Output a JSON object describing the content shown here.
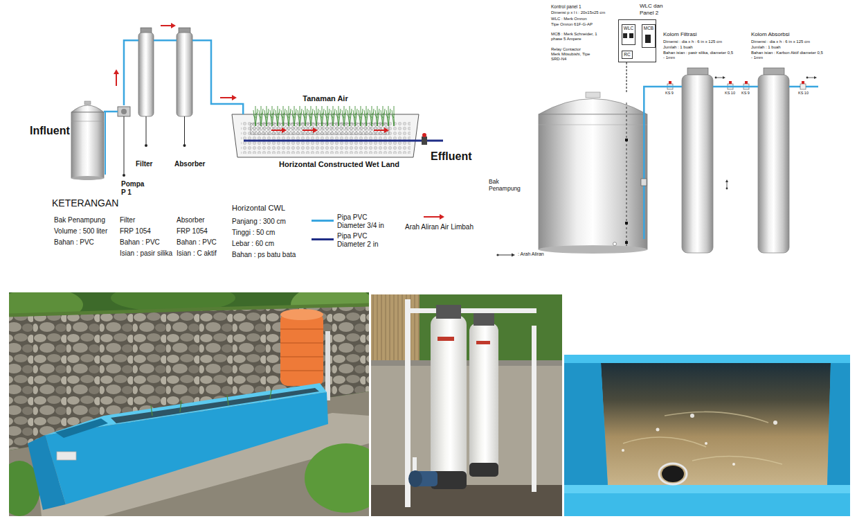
{
  "diagram": {
    "nodes": [
      {
        "text": [
          "Influent"
        ]
      },
      {
        "text": [
          "Pompa P 1"
        ]
      },
      {
        "text": [
          "Filter"
        ]
      },
      {
        "text": [
          "Absorber"
        ]
      },
      {
        "text": [
          "Tanaman Air",
          "Horizontal Constructed Wet Land"
        ]
      },
      {
        "text": [
          "WLC dan Panel 2"
        ]
      },
      {
        "text": [
          "WLC"
        ],
        "in": 5
      },
      {
        "text": [
          "MCB"
        ],
        "in": 5
      },
      {
        "text": [
          "RC"
        ],
        "in": 5
      },
      {
        "text": [
          "Bak Penampung"
        ]
      },
      {
        "text": [
          "Kolom Filtrasi",
          "Dimensi : dia x h : 6 in x 125 cm",
          "Jumlah : 1 buah",
          "Bahan isian : pasir silika, diameter 0,5 - 1mm"
        ]
      },
      {
        "text": [
          "Kolom Absorbsi",
          "Dimensi : dia x h : 6 in x 125 cm",
          "Jumlah : 1 buah",
          "Bahan isian : Karbon Aktif diameter 0,5 - 1mm"
        ]
      }
    ],
    "edges": [
      {
        "from": 0,
        "to": 1,
        "arrow": "none"
      },
      {
        "from": 1,
        "to": 2,
        "arrow": "none"
      },
      {
        "from": 2,
        "to": 3,
        "arrow": "none"
      },
      {
        "from": 3,
        "to": 4,
        "arrow": "none"
      },
      {
        "from": 5,
        "to": 9,
        "arrow": "none"
      },
      {
        "from": 9,
        "to": 10,
        "arrow": "none"
      },
      {
        "from": 10,
        "to": 11,
        "arrow": "none"
      }
    ],
    "labels": [
      "Effluent",
      "KETERANGAN",
      "Bak Penampung",
      "Volume : 500 liter",
      "Bahan : PVC",
      "Filter",
      "FRP 1054",
      "Bahan : PVC",
      "Isian : pasir silika",
      "Absorber",
      "FRP 1054",
      "Bahan : PVC",
      "Isian : C aktif",
      "Horizontal CWL",
      "Panjang : 300 cm",
      "Tinggi : 50 cm",
      "Lebar : 60 cm",
      "Bahan : ps batu bata",
      "Kontrol panel 1",
      "Dimensi p x l t : 20x15x25 cm",
      "WLC : Merk Omron",
      "Tipe Omron 61F-G-AP",
      "MCB : Merk Schneider, 1 phase 5 Ampere",
      "Relay Contactor Merk Mitsubishi, Tipe SRD-N4",
      "KS 9",
      "KS 10",
      "KS 9",
      "KS 10"
    ],
    "legend": [
      {
        "text": "Pipa PVC Diameter 3/4 in",
        "color": "#3aa6e0"
      },
      {
        "text": "Pipa PVC Diameter 2 in",
        "color": "#1f2d86"
      },
      {
        "text": "Arah Aliran Air Limbah"
      },
      {
        "text": ": Arah Aliran"
      }
    ]
  }
}
